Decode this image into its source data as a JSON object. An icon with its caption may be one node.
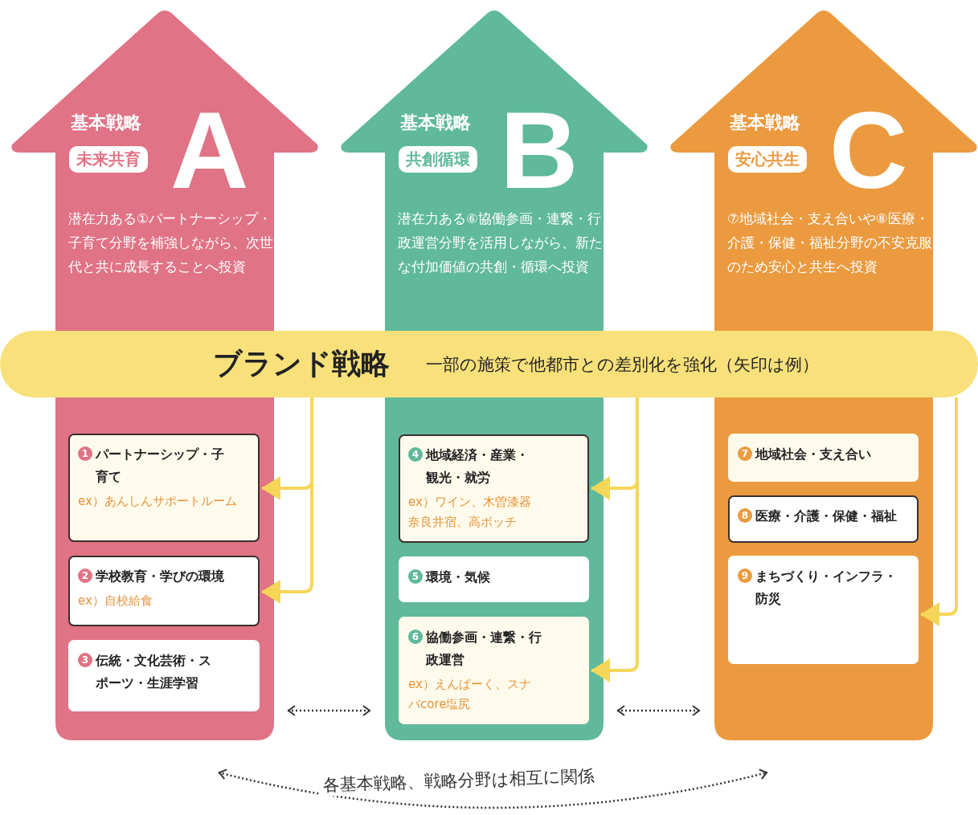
{
  "diagram": {
    "nodes": [
      {
        "text": [
          "基本戦略",
          "未来共育",
          "A",
          "潜在力ある①パートナーシップ・子育て分野を補強しながら、次世代と共に成長することへ投資"
        ]
      },
      {
        "text": [
          "基本戦略",
          "共創循環",
          "B",
          "潜在力ある⑥協働参画・連繋・行政運営分野を活用しながら、新たな付加価値の共創・循環へ投資"
        ]
      },
      {
        "text": [
          "基本戦略",
          "安心共生",
          "C",
          "⑦地域社会・支え合いや⑧医療・介護・保健・福祉分野の不安克服のため安心と共生へ投資"
        ]
      },
      {
        "text": [
          "ブランド戦略",
          "一部の施策で他都市との差別化を強化（矢印は例）"
        ]
      },
      {
        "text": [
          "1",
          "パートナーシップ・子育て",
          "ex）あんしんサポートルーム"
        ],
        "in": 0
      },
      {
        "text": [
          "2",
          "学校教育・学びの環境",
          "ex）自校給食"
        ],
        "in": 0
      },
      {
        "text": [
          "3",
          "伝統・文化芸術・スポーツ・生涯学習"
        ],
        "in": 0
      },
      {
        "text": [
          "4",
          "地域経済・産業・観光・就労",
          "ex）ワイン、木曽漆器奈良井宿、高ボッチ"
        ],
        "in": 1
      },
      {
        "text": [
          "5",
          "環境・気候"
        ],
        "in": 1
      },
      {
        "text": [
          "6",
          "協働参画・連繋・行政運営",
          "ex）えんぱーく、スナバcore塩尻"
        ],
        "in": 1
      },
      {
        "text": [
          "7",
          "地域社会・支え合い"
        ],
        "in": 2
      },
      {
        "text": [
          "8",
          "医療・介護・保健・福祉"
        ],
        "in": 2
      },
      {
        "text": [
          "9",
          "まちづくり・インフラ・防災"
        ],
        "in": 2
      }
    ],
    "edges": [
      {
        "from": 3,
        "to": 4,
        "arrow": "to"
      },
      {
        "from": 3,
        "to": 5,
        "arrow": "to"
      },
      {
        "from": 3,
        "to": 7,
        "arrow": "to"
      },
      {
        "from": 3,
        "to": 9,
        "arrow": "to"
      },
      {
        "from": 3,
        "to": 12,
        "arrow": "to"
      },
      {
        "from": 0,
        "to": 1,
        "arrow": "both",
        "style": "dashed",
        "color": "#333333"
      },
      {
        "from": 1,
        "to": 2,
        "arrow": "both",
        "style": "dashed",
        "color": "#333333"
      },
      {
        "from": 0,
        "to": 2,
        "arrow": "both",
        "label": "各基本戦略、戦略分野は相互に関係",
        "style": "dashed",
        "color": "#333333"
      }
    ]
  }
}
